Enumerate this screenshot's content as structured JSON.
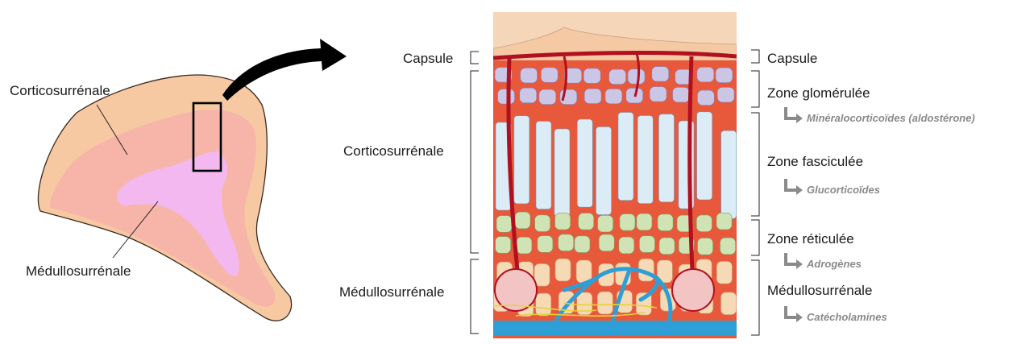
{
  "left_figure": {
    "cortex_label": "Corticosurrénale",
    "medulla_label": "Médullosurrénale"
  },
  "left_brackets": {
    "capsule": "Capsule",
    "cortex": "Corticosurrénale",
    "medulla": "Médullosurrénale"
  },
  "right_zones": [
    {
      "name": "Capsule",
      "hormone": ""
    },
    {
      "name": "Zone glomérulée",
      "hormone": "Minéralocorticoïdes (aldostérone)"
    },
    {
      "name": "Zone fasciculée",
      "hormone": "Glucorticoïdes"
    },
    {
      "name": "Zone réticulée",
      "hormone": "Adrogènes"
    },
    {
      "name": "Médullosurrénale",
      "hormone": "Catécholamines"
    }
  ],
  "colors": {
    "gland_cortex": "#f7c9a3",
    "gland_inner": "#f6b5a8",
    "gland_medulla": "#f3b8f0",
    "tissue_red": "#e8593b",
    "vessel": "#b01020",
    "glomerulosa_cells": "#ccc6e6",
    "fasciculata_cells": "#dcecf7",
    "reticularis_cells": "#cfe3b4",
    "medulla_cells": "#f6d9b5",
    "blue_vessel": "#2e9fd6",
    "nerve": "#e6d23a"
  }
}
